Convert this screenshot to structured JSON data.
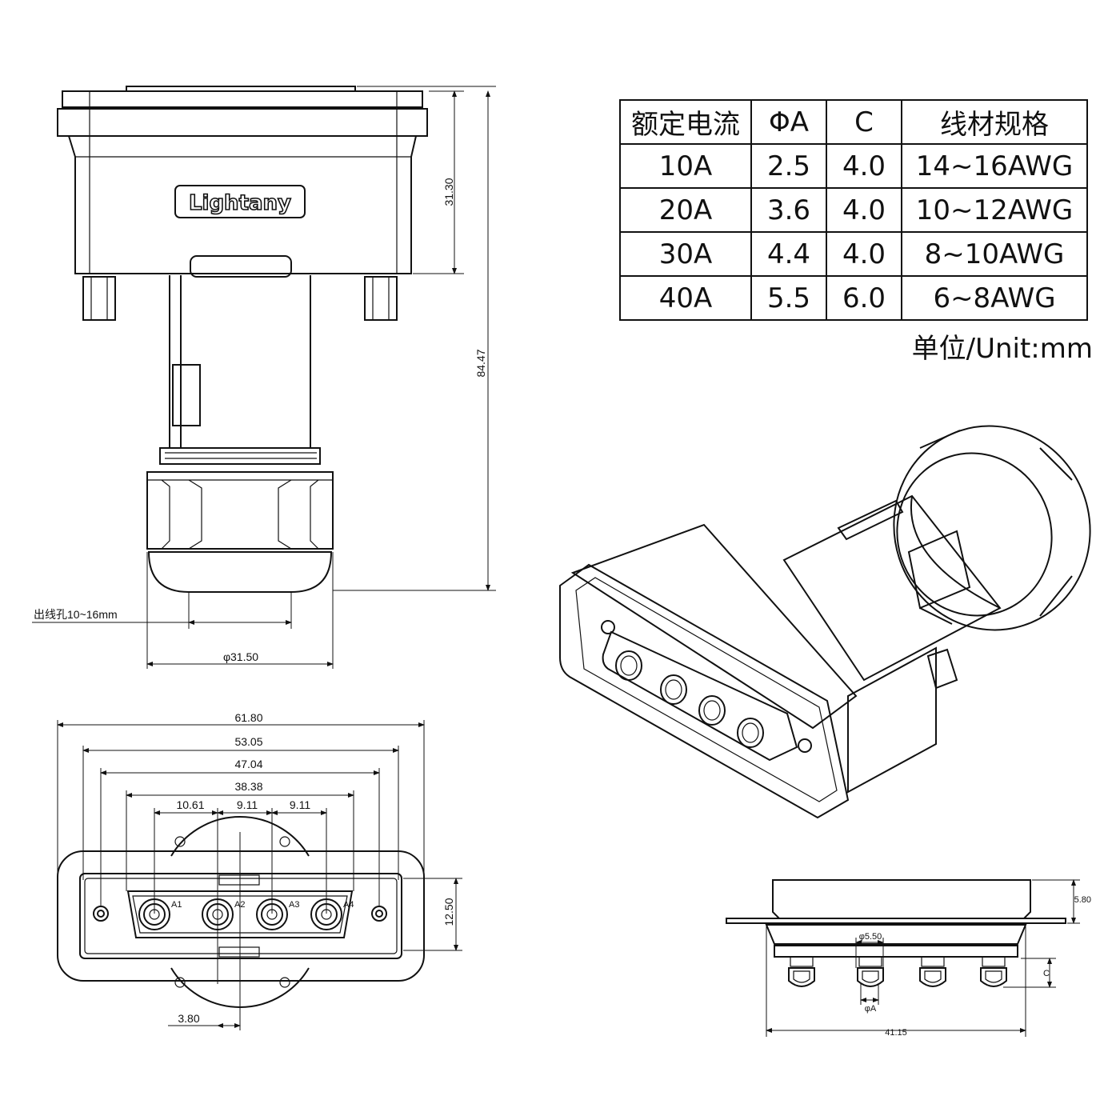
{
  "spec_table": {
    "headers": [
      "额定电流",
      "ΦA",
      "C",
      "线材规格"
    ],
    "rows": [
      [
        "10A",
        "2.5",
        "4.0",
        "14~16AWG"
      ],
      [
        "20A",
        "3.6",
        "4.0",
        "10~12AWG"
      ],
      [
        "30A",
        "4.4",
        "4.0",
        "8~10AWG"
      ],
      [
        "40A",
        "5.5",
        "6.0",
        "6~8AWG"
      ]
    ],
    "unit": "单位/Unit:mm"
  },
  "brand": "Lightany",
  "side_view": {
    "dim_height_top": "31.30",
    "dim_height_total": "84.47",
    "outlet_label": "出线孔10~16mm",
    "dim_diameter": "φ31.50"
  },
  "front_view": {
    "dim_61_80": "61.80",
    "dim_53_05": "53.05",
    "dim_47_04": "47.04",
    "dim_38_38": "38.38",
    "dim_10_61": "10.61",
    "dim_9_11_a": "9.11",
    "dim_9_11_b": "9.11",
    "dim_12_50": "12.50",
    "dim_3_80": "3.80",
    "contact_marks": [
      "A1",
      "A2",
      "A3",
      "A4"
    ]
  },
  "bottom_view": {
    "dim_5_80": "5.80",
    "dim_5_50": "φ5.50",
    "dim_phiA": "φA",
    "dim_C": "C",
    "dim_41_15": "41.15"
  }
}
